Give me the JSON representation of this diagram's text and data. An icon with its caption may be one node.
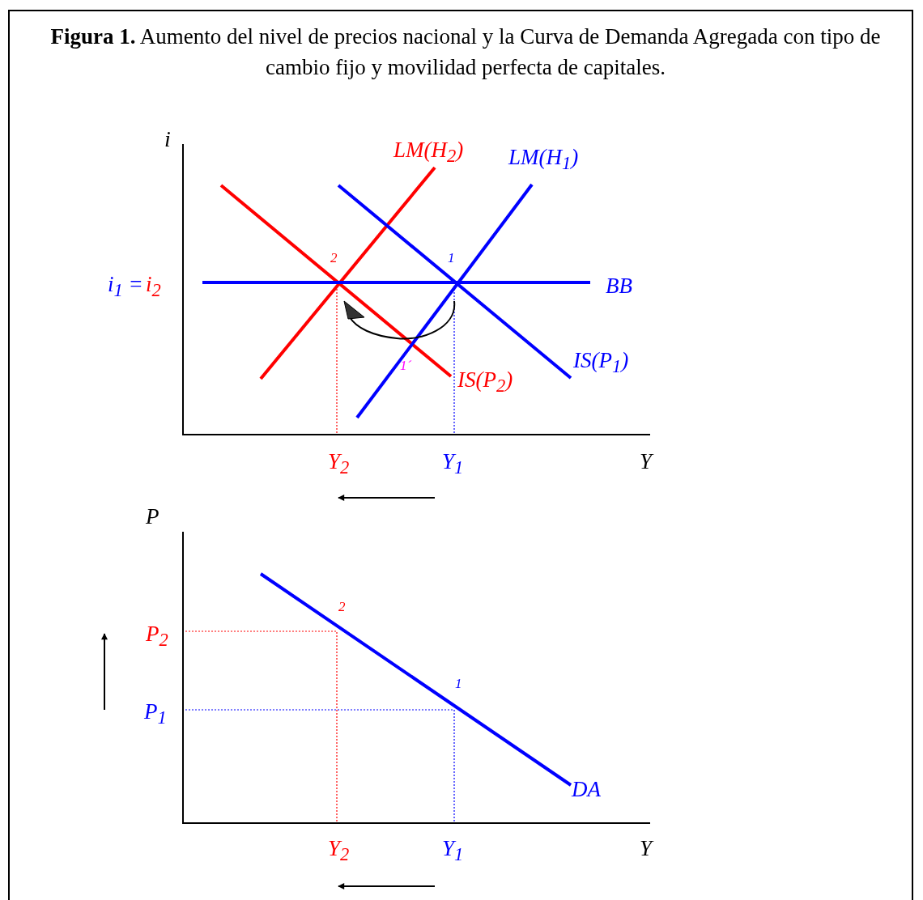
{
  "diagram": {
    "title": "**Figura  1.** Aumento del nivel de precios nacional y la Curva de Demanda Agregada con tipo de cambio fijo y movilidad perfecta de capitales.",
    "labels": [
      "i",
      "LM(H$_{2}$)",
      "LM(H$_{1}$)",
      "2",
      "1",
      "i$_{1}$ =",
      "i$_{2}$",
      "BB",
      "IS(P$_{1}$)",
      "1´",
      "IS(P$_{2}$)",
      "Y$_{2}$",
      "Y$_{1}$",
      "Y",
      "P",
      "2",
      "P$_{2}$",
      "1",
      "P$_{1}$",
      "DA",
      "Y$_{2}$",
      "Y$_{1}$",
      "Y"
    ]
  }
}
